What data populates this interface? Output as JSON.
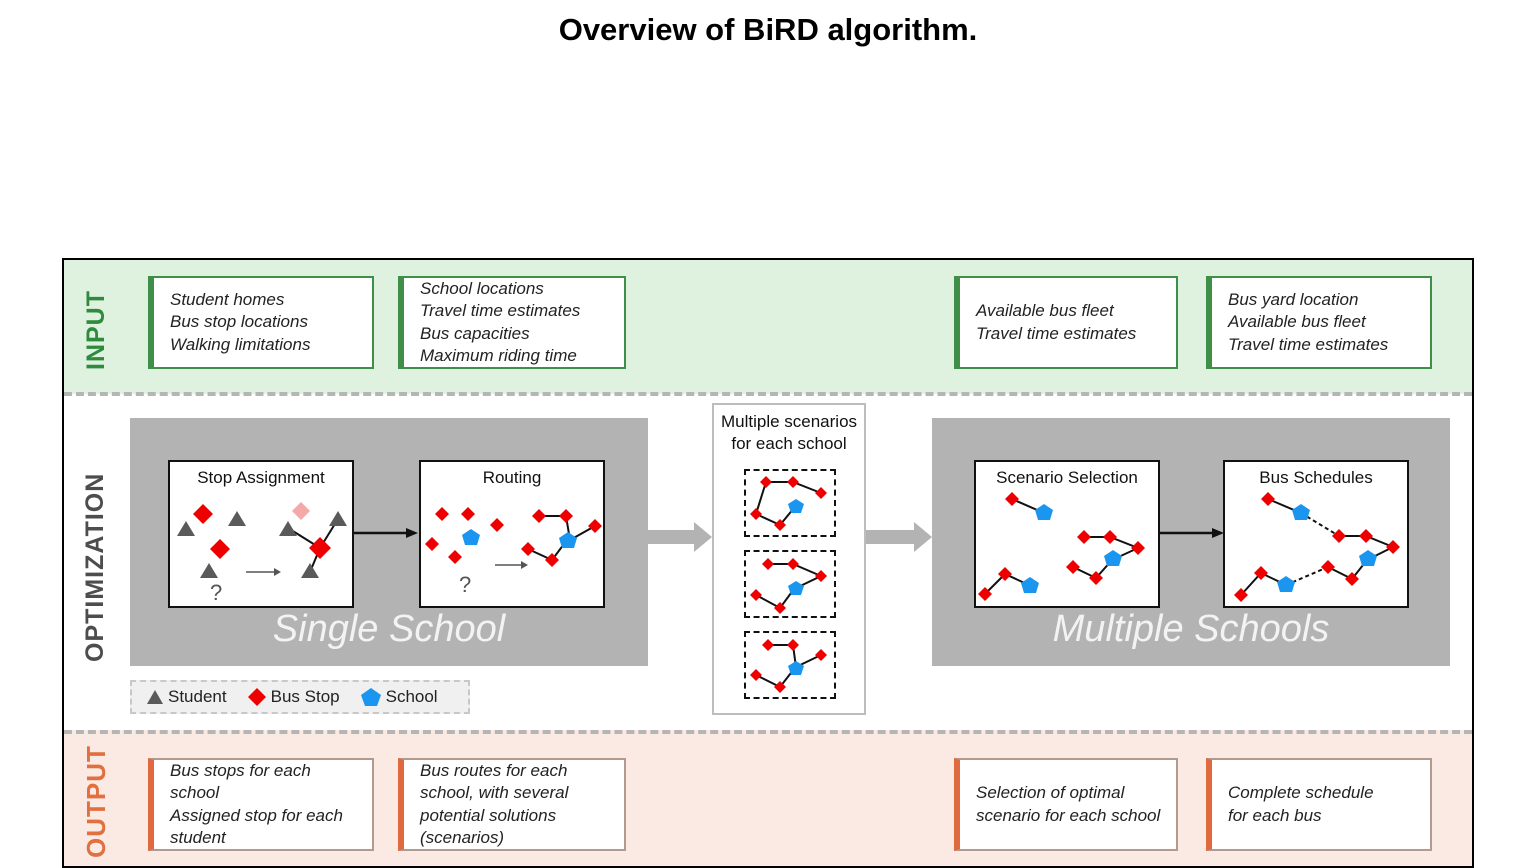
{
  "title": "Overview of BiRD algorithm.",
  "colors": {
    "input_band": "#dff2e0",
    "input_accent": "#3f8f48",
    "output_band": "#fbe9e3",
    "output_accent": "#e06a40",
    "panel_gray": "#b3b3b3",
    "student": "#5a5a5a",
    "bus_stop": "#ee0000",
    "bus_stop_faded": "#f4a8a8",
    "school": "#1a96f0"
  },
  "sections": {
    "input": "INPUT",
    "optimization": "OPTIMIZATION",
    "output": "OUTPUT"
  },
  "inputs": [
    {
      "lines": [
        "Student homes",
        "Bus stop locations",
        "Walking limitations"
      ]
    },
    {
      "lines": [
        "School locations",
        "Travel time estimates",
        "Bus capacities",
        "Maximum riding time"
      ]
    },
    {
      "lines": [
        "Available bus fleet",
        "Travel time estimates"
      ]
    },
    {
      "lines": [
        "Bus yard location",
        "Available bus fleet",
        "Travel time estimates"
      ]
    }
  ],
  "outputs": [
    {
      "lines": [
        "Bus stops for each",
        "school",
        "Assigned stop for each",
        "student"
      ]
    },
    {
      "lines": [
        "Bus routes for each",
        "school, with several",
        "potential solutions",
        "(scenarios)"
      ]
    },
    {
      "lines": [
        "Selection of optimal",
        "scenario for each school"
      ]
    },
    {
      "lines": [
        "Complete schedule",
        "for each bus"
      ]
    }
  ],
  "single_school": {
    "caption": "Single School",
    "steps": [
      {
        "title": "Stop Assignment",
        "question_mark": "?"
      },
      {
        "title": "Routing",
        "question_mark": "?"
      }
    ]
  },
  "scenarios": {
    "title_line1": "Multiple scenarios",
    "title_line2": "for each school",
    "count": 3
  },
  "multiple_schools": {
    "caption": "Multiple Schools",
    "steps": [
      {
        "title": "Scenario Selection"
      },
      {
        "title": "Bus Schedules"
      }
    ]
  },
  "legend": {
    "items": [
      {
        "icon": "triangle-icon",
        "label": "Student"
      },
      {
        "icon": "diamond-icon",
        "label": "Bus Stop"
      },
      {
        "icon": "pentagon-icon",
        "label": "School"
      }
    ]
  }
}
